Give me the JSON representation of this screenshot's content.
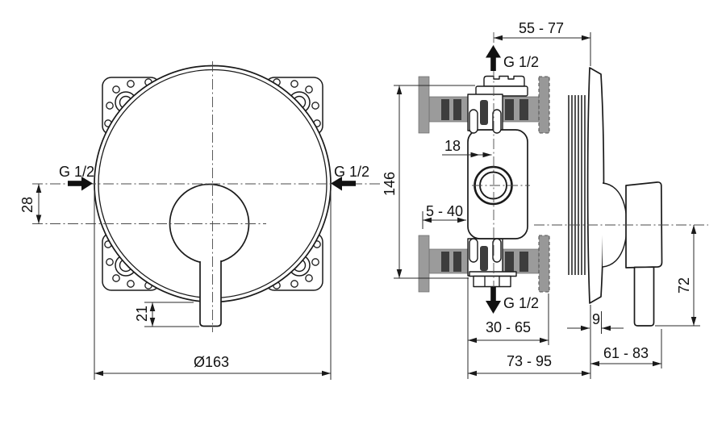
{
  "meta": {
    "colors": {
      "background": "#ffffff",
      "line": "#1a1a1a",
      "wall_fill": "#9b9b9b",
      "wall_block_fill": "#3d3d3d"
    }
  },
  "front_view": {
    "inlet_left": "G 1/2",
    "inlet_right": "G 1/2",
    "dim_inlet_offset": "28",
    "dim_handle_bottom": "21",
    "dim_escutcheon_diameter": "Ø163"
  },
  "side_view": {
    "dim_top_port_depth": "55 - 77",
    "top_port": "G 1/2",
    "dim_body_center": "18",
    "dim_body_height": "146",
    "dim_mounting_depth_min": "5 - 40",
    "bottom_port": "G 1/2",
    "dim_installation_depth": "30 - 65",
    "dim_total_depth": "73 - 95",
    "dim_plate_thickness": "9",
    "dim_protrusion": "61 - 83",
    "dim_handle_length": "72"
  }
}
